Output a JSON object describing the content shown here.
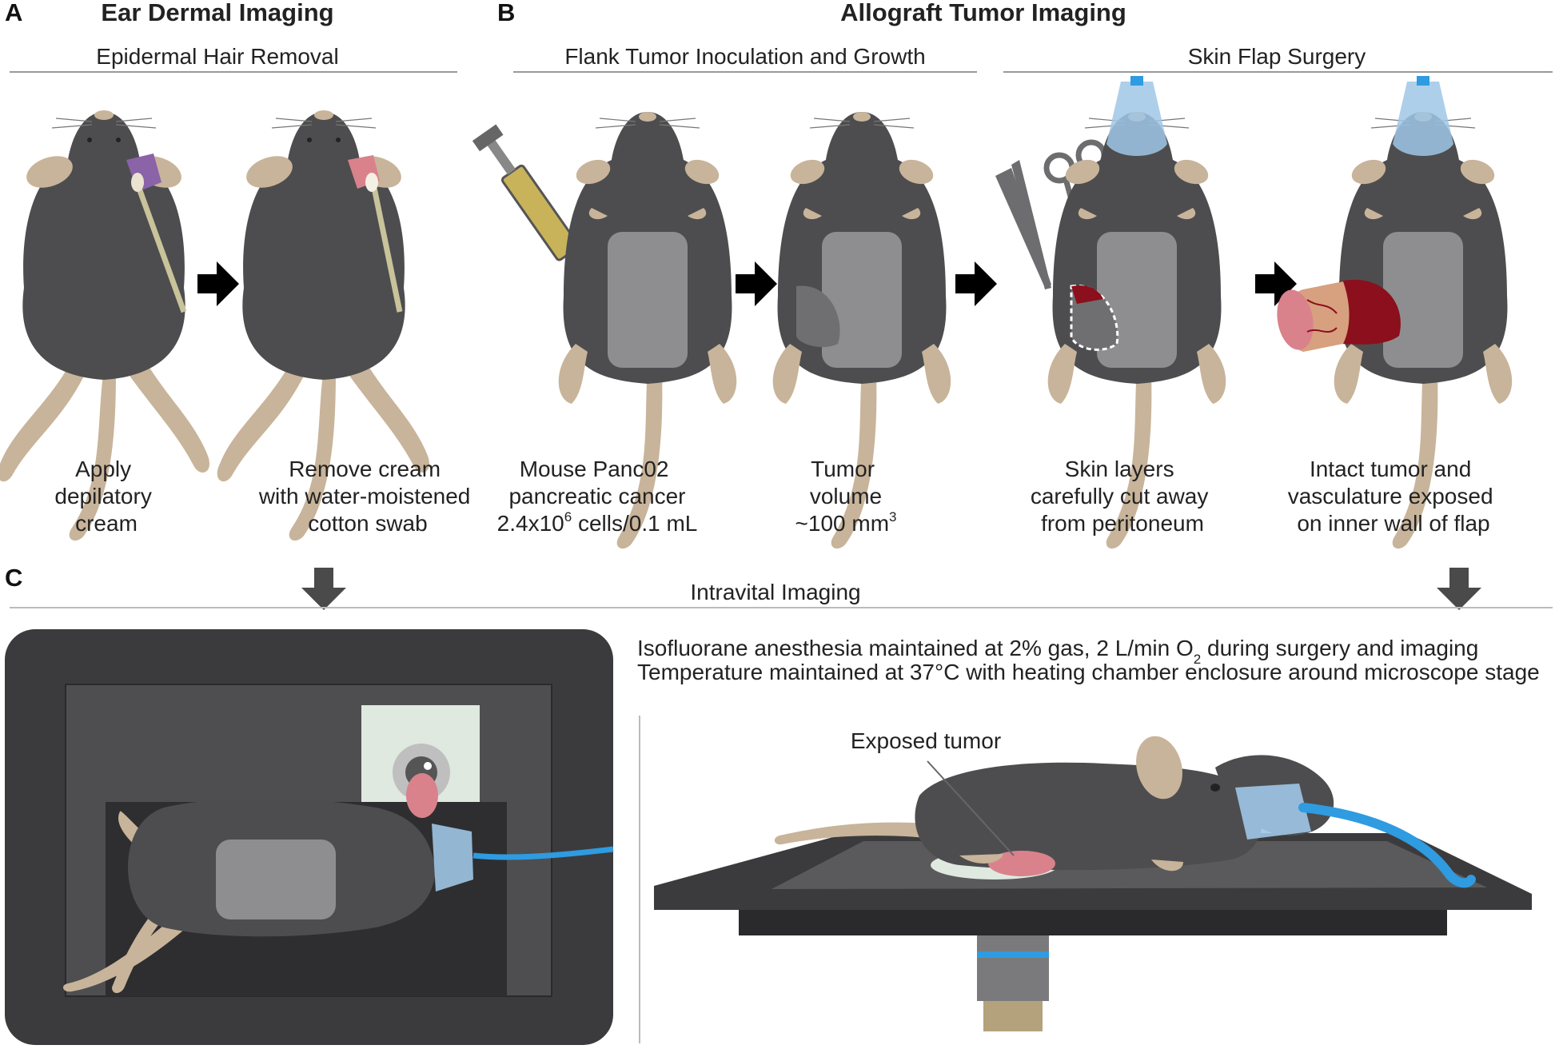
{
  "panels": {
    "a": {
      "letter": "A",
      "title": "Ear Dermal Imaging",
      "section": "Epidermal Hair Removal",
      "steps": [
        {
          "lines": [
            "Apply",
            "depilatory",
            "cream"
          ]
        },
        {
          "lines": [
            "Remove cream",
            "with water-moistened",
            "cotton swab"
          ]
        }
      ]
    },
    "b": {
      "letter": "B",
      "title": "Allograft Tumor Imaging",
      "sections": [
        "Flank Tumor Inoculation and Growth",
        "Skin Flap Surgery"
      ],
      "steps": [
        {
          "lines": [
            "Mouse Panc02",
            "pancreatic cancer"
          ],
          "line3_pre": "2.4x10",
          "line3_sup": "6",
          "line3_post": " cells/0.1 mL"
        },
        {
          "lines": [
            "Tumor",
            "volume"
          ],
          "line3_pre": "~100 mm",
          "line3_sup": "3",
          "line3_post": ""
        },
        {
          "lines": [
            "Skin layers",
            "carefully cut away",
            "from peritoneum"
          ]
        },
        {
          "lines": [
            "Intact tumor and",
            "vasculature exposed",
            "on inner wall of flap"
          ]
        }
      ]
    },
    "c": {
      "letter": "C",
      "section": "Intravital Imaging",
      "note1_pre": "Isofluorane anesthesia maintained at 2% gas, 2 L/min O",
      "note1_sub": "2",
      "note1_post": " during surgery and imaging",
      "note2": "Temperature maintained at 37°C with heating chamber enclosure around microscope stage",
      "annotation": "Exposed tumor"
    }
  },
  "colors": {
    "fur": "#4d4d4f",
    "fur_dark": "#3a3a3c",
    "belly": "#8e8e90",
    "skin": "#c8b49a",
    "tumor": "#d9828c",
    "blood": "#8b0f1c",
    "cream": "#8a63a8",
    "tube": "#2f9be0",
    "mask": "#9fc7e6",
    "stage": "#3b3b3d",
    "arrow_black": "#000000",
    "arrow_gray": "#4a4a4a"
  }
}
